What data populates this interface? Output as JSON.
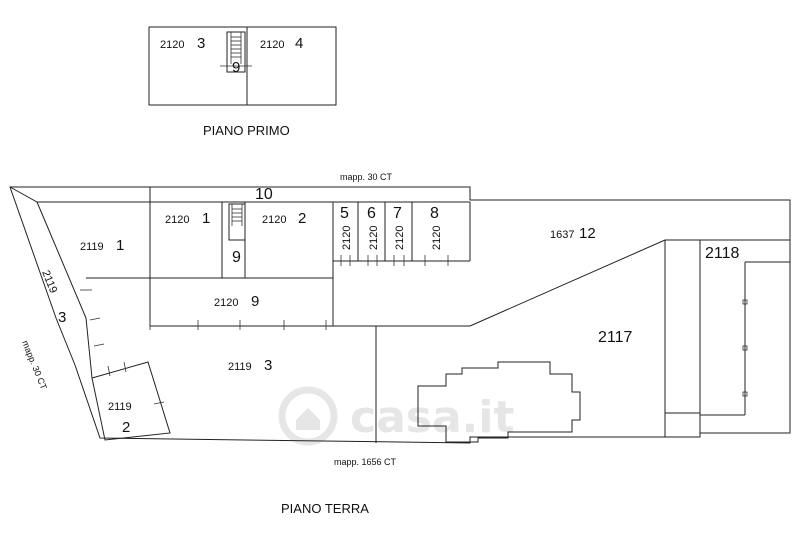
{
  "floors": {
    "primo": {
      "title": "PIANO PRIMO",
      "units": [
        {
          "sheet": "2120",
          "sub": "3"
        },
        {
          "sheet": "2120",
          "sub": "4"
        },
        {
          "sub": "9"
        }
      ]
    },
    "terra": {
      "title": "PIANO TERRA",
      "top_neighbor": "mapp. 30 CT",
      "bottom_neighbor": "mapp. 1656 CT",
      "left_neighbor": "mapp. 30 CT",
      "strip_label": "10",
      "units": [
        {
          "sheet": "2120",
          "sub": "1"
        },
        {
          "sheet": "2120",
          "sub": "2"
        },
        {
          "sub": "9"
        },
        {
          "sheet": "2120",
          "sub": "9"
        },
        {
          "sheet": "2119",
          "sub": "1"
        },
        {
          "sheet": "2119",
          "sub": "3"
        },
        {
          "sheet": "2119",
          "sub": "3"
        },
        {
          "sheet": "2119",
          "sub": "2"
        },
        {
          "sheet": "1637",
          "sub": "12"
        },
        {
          "sheet": "2117"
        },
        {
          "sheet": "2118"
        }
      ],
      "garages": [
        {
          "sheet": "2120",
          "sub": "5"
        },
        {
          "sheet": "2120",
          "sub": "6"
        },
        {
          "sheet": "2120",
          "sub": "7"
        },
        {
          "sheet": "2120",
          "sub": "8"
        }
      ]
    }
  },
  "watermark": "casa.it"
}
